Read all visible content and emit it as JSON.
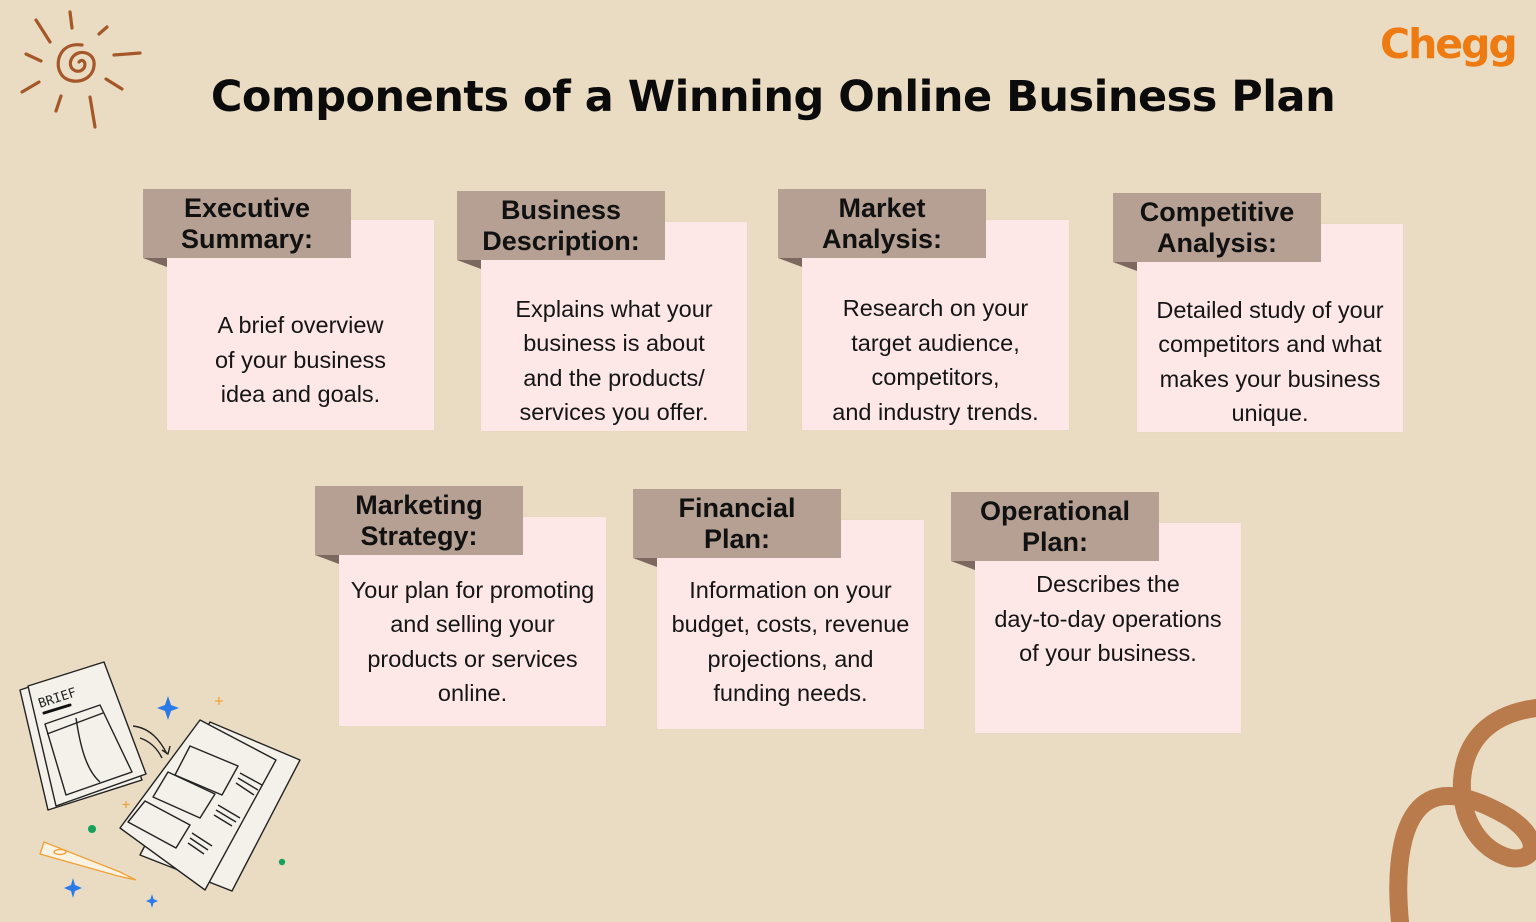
{
  "header": {
    "title": "Components of a Winning Online Business Plan",
    "logo": "Chegg"
  },
  "colors": {
    "background": "#eadcc3",
    "tab": "#b5a093",
    "card_body": "#fde7e7",
    "logo": "#ee7a12",
    "swirl": "#b97a4c"
  },
  "cards": [
    {
      "heading": "Executive\nSummary:",
      "text": "A brief overview\nof your business\nidea and goals."
    },
    {
      "heading": "Business\nDescription:",
      "text": "Explains what your\nbusiness is about\nand the products/\nservices you offer."
    },
    {
      "heading": "Market\nAnalysis:",
      "text": "Research on your\ntarget audience,\ncompetitors,\nand industry trends."
    },
    {
      "heading": "Competitive\nAnalysis:",
      "text": "Detailed study of your\ncompetitors and what\nmakes your business\nunique."
    },
    {
      "heading": "Marketing\nStrategy:",
      "text": "Your plan for promoting\nand selling your\nproducts or services\nonline."
    },
    {
      "heading": "Financial\nPlan:",
      "text": "Information on your\nbudget, costs, revenue\nprojections, and\nfunding needs."
    },
    {
      "heading": "Operational\nPlan:",
      "text": "Describes the\nday-to-day operations\nof your business."
    }
  ],
  "illustration": {
    "brief_label": "BRIEF"
  },
  "icons": [
    "sun-doodle-icon",
    "brief-documents-illustration",
    "swirl-doodle-icon",
    "sparkle-icon",
    "pencil-icon"
  ]
}
